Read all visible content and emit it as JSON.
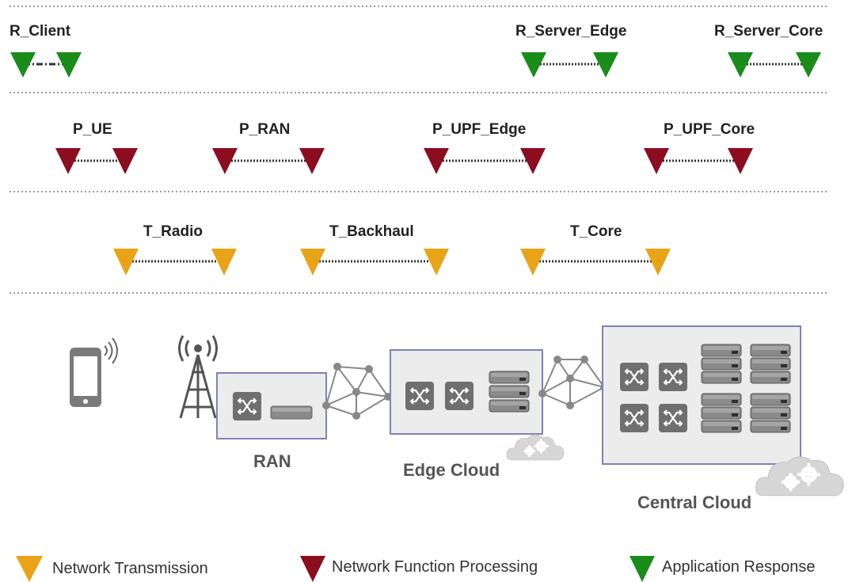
{
  "colors": {
    "transmission": "#E8A317",
    "processing": "#8B0D1F",
    "response": "#1A8C1A",
    "divider": "#9a9a9a",
    "box_border": "#8080b8",
    "box_fill": "#ececec",
    "device": "#7a7a7a"
  },
  "rows": {
    "response": [
      {
        "label": "R_Client",
        "color_key": "response"
      },
      {
        "label": "R_Server_Edge",
        "color_key": "response"
      },
      {
        "label": "R_Server_Core",
        "color_key": "response"
      }
    ],
    "processing": [
      {
        "label": "P_UE",
        "color_key": "processing"
      },
      {
        "label": "P_RAN",
        "color_key": "processing"
      },
      {
        "label": "P_UPF_Edge",
        "color_key": "processing"
      },
      {
        "label": "P_UPF_Core",
        "color_key": "processing"
      }
    ],
    "transmission": [
      {
        "label": "T_Radio",
        "color_key": "transmission"
      },
      {
        "label": "T_Backhaul",
        "color_key": "transmission"
      },
      {
        "label": "T_Core",
        "color_key": "transmission"
      }
    ]
  },
  "topology": {
    "ran": "RAN",
    "edge": "Edge Cloud",
    "central": "Central Cloud"
  },
  "icons": [
    "smartphone-icon",
    "radio-tower-icon",
    "switch-icon",
    "server-icon",
    "mesh-network-icon",
    "cloud-gears-icon"
  ],
  "legend": [
    {
      "label": "Network Transmission",
      "color_key": "transmission"
    },
    {
      "label": "Network Function Processing",
      "color_key": "processing"
    },
    {
      "label": "Application Response",
      "color_key": "response"
    }
  ]
}
